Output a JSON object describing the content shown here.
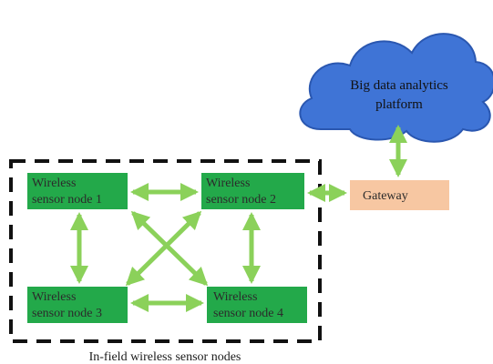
{
  "colors": {
    "node_fill": "#23a94a",
    "gateway_fill": "#f7c7a2",
    "cloud_fill": "#3f74d6",
    "cloud_stroke": "#2a57b0",
    "arrow": "#8bd15a",
    "border": "#111111"
  },
  "cloud": {
    "line1": "Big data analytics",
    "line2": "platform"
  },
  "gateway": {
    "label": "Gateway"
  },
  "nodes": [
    {
      "line1": "Wireless",
      "line2": "sensor node 1"
    },
    {
      "line1": "Wireless",
      "line2": "sensor node 2"
    },
    {
      "line1": "Wireless",
      "line2": "sensor node 3"
    },
    {
      "line1": "Wireless",
      "line2": "sensor node 4"
    }
  ],
  "caption": "In-field wireless sensor nodes"
}
